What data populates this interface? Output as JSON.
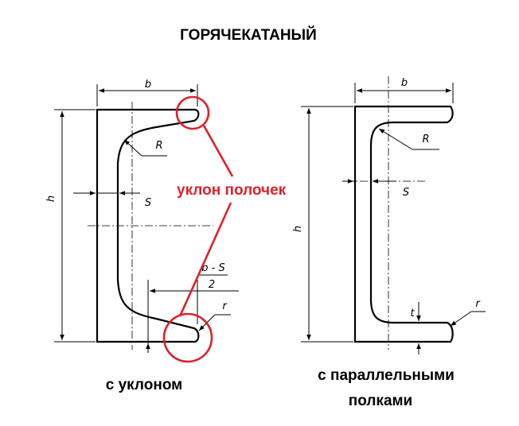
{
  "title": "ГОРЯЧЕКАТАНЫЙ",
  "callout": {
    "text": "уклон полочек",
    "color": "#e0202a"
  },
  "left_figure": {
    "caption": "с уклоном",
    "labels": {
      "b": "b",
      "h": "h",
      "R": "R",
      "s": "S",
      "r": "r",
      "b_minus_s": "b - S",
      "denominator": "2"
    }
  },
  "right_figure": {
    "caption_line1": "с параллельными",
    "caption_line2": "полками",
    "labels": {
      "b": "b",
      "h": "h",
      "R": "R",
      "s": "S",
      "r": "r",
      "t": "t"
    }
  }
}
